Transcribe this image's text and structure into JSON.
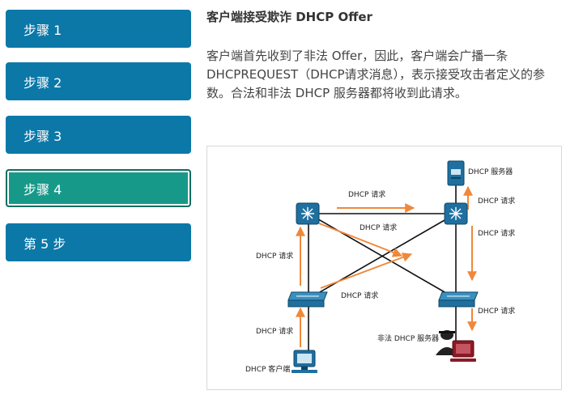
{
  "steps": [
    {
      "label": "步骤 1"
    },
    {
      "label": "步骤 2"
    },
    {
      "label": "步骤 3"
    },
    {
      "label": "步骤 4"
    },
    {
      "label": "第 5 步"
    }
  ],
  "active_step": 4,
  "content": {
    "title": "客户端接受欺诈 DHCP Offer",
    "description": "客户端首先收到了非法 Offer，因此，客户端会广播一条DHCPREQUEST（DHCP请求消息），表示接受攻击者定义的参数。合法和非法 DHCP 服务器都将收到此请求。"
  },
  "diagram": {
    "server_label": "DHCP 服务器",
    "client_label": "DHCP 客户端",
    "rogue_label": "非法 DHCP 服务器",
    "request_label": "DHCP 请求"
  },
  "colors": {
    "step_bg": "#0B78A8",
    "step_active_bg": "#17998A",
    "arrow": "#F0883A",
    "device": "#1F6F9F"
  }
}
